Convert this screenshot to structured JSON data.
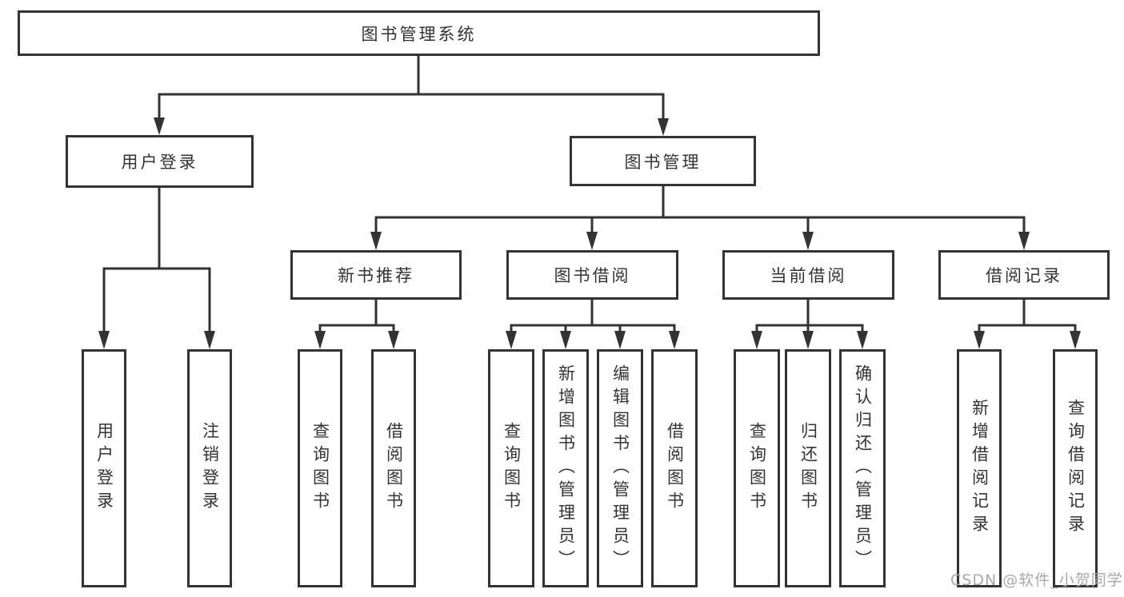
{
  "colors": {
    "line": "#333333",
    "box_border": "#333333",
    "text": "#333333",
    "watermark_text": "#a9a9a9",
    "background": "#ffffff"
  },
  "tree": {
    "label": "图书管理系统",
    "children": [
      {
        "label": "用户登录",
        "children": [
          {
            "label": "用户登录"
          },
          {
            "label": "注销登录"
          }
        ]
      },
      {
        "label": "图书管理",
        "children": [
          {
            "label": "新书推荐",
            "children": [
              {
                "label": "查询图书"
              },
              {
                "label": "借阅图书"
              }
            ]
          },
          {
            "label": "图书借阅",
            "children": [
              {
                "label": "查询图书"
              },
              {
                "label": "新增图书（管理员）"
              },
              {
                "label": "编辑图书（管理员）"
              },
              {
                "label": "借阅图书"
              }
            ]
          },
          {
            "label": "当前借阅",
            "children": [
              {
                "label": "查询图书"
              },
              {
                "label": "归还图书"
              },
              {
                "label": "确认归还（管理员）"
              }
            ]
          },
          {
            "label": "借阅记录",
            "children": [
              {
                "label": "新增借阅记录"
              },
              {
                "label": "查询借阅记录"
              }
            ]
          }
        ]
      }
    ]
  },
  "watermark": {
    "text": "CSDN @软件_小贺同学"
  }
}
